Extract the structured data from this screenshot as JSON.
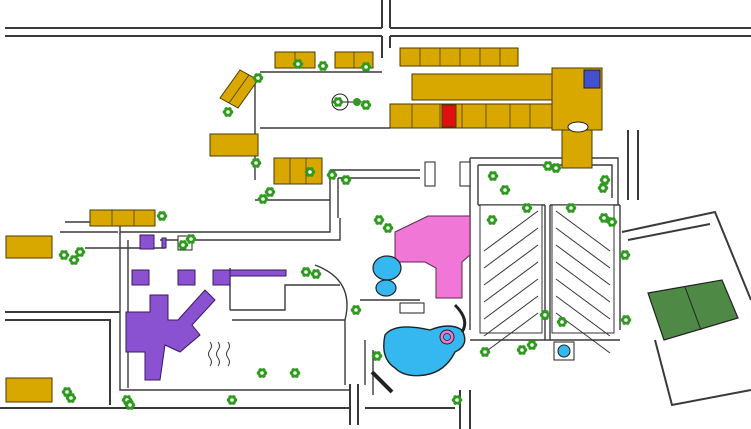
{
  "map": {
    "colors": {
      "background": "#ffffff",
      "road": "#3a3a3a",
      "building_gold": "#d9a800",
      "highlight_unit": "#e01010",
      "blue_roof": "#4050d0",
      "pink_building": "#f077d5",
      "purple_building": "#8a52d0",
      "pool_blue": "#35b8f0",
      "tennis_green": "#4e8a46",
      "tree_green": "#2f9a1f"
    },
    "features": [
      "roads",
      "gold-buildings",
      "highlighted-unit",
      "pink-building",
      "purple-building",
      "swimming-pools",
      "tennis-courts",
      "parking-lots",
      "trees",
      "stairs"
    ]
  }
}
